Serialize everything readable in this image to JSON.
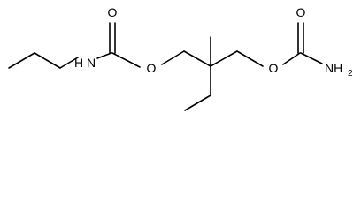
{
  "molecule": {
    "atoms": {
      "carbonyl_oxygen_left": "O",
      "amide_nitrogen_left": "H",
      "amide_n_left": "N",
      "ester_oxygen_left": "O",
      "carbonyl_oxygen_right": "O",
      "ester_oxygen_right": "O",
      "amine_right_nh": "NH",
      "amine_right_sub": "2"
    }
  }
}
